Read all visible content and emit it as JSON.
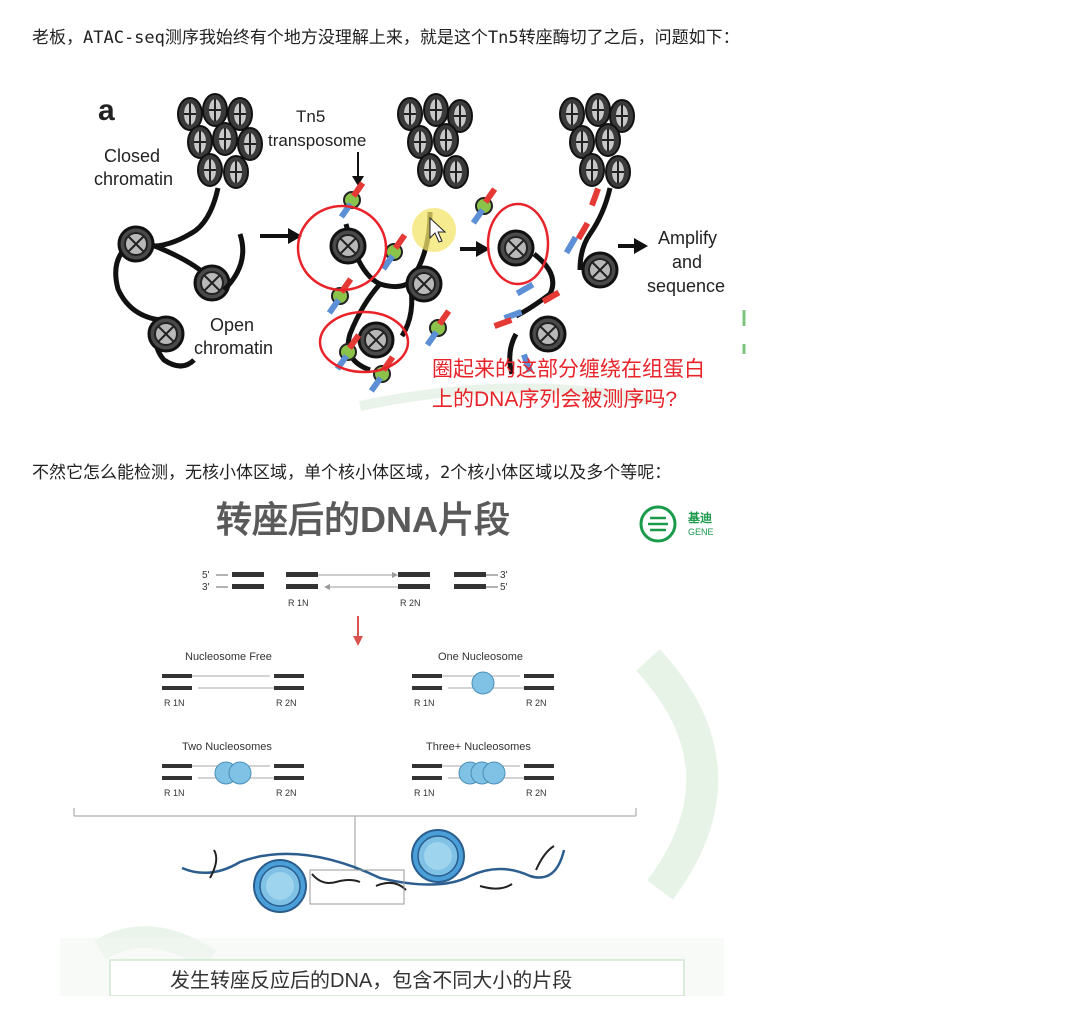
{
  "paragraphs": {
    "p1": "老板，ATAC-seq测序我始终有个地方没理解上来，就是这个Tn5转座酶切了之后，问题如下：",
    "p2": "不然它怎么能检测，无核小体区域，单个核小体区域，2个核小体区域以及多个等呢："
  },
  "figure_a": {
    "panel_letter": "a",
    "closed_label_1": "Closed",
    "closed_label_2": "chromatin",
    "open_label_1": "Open",
    "open_label_2": "chromatin",
    "tn5_label_1": "Tn5",
    "tn5_label_2": "transposome",
    "amplify_1": "Amplify",
    "amplify_2": "and",
    "amplify_3": "sequence",
    "question_1": "圈起来的这部分缠绕在组蛋白",
    "question_2": "上的DNA序列会被测序吗?",
    "annotation_color": "#e8232a"
  },
  "figure_b": {
    "title": "转座后的DNA片段",
    "logo_text_1": "基迪",
    "logo_text_2": "GENE",
    "brand_color": "#1a9a4b",
    "end_5": "5'",
    "end_3": "3'",
    "r1n": "R 1N",
    "r2n": "R 2N",
    "nucleosome_free": "Nucleosome Free",
    "one_nucleosome": "One Nucleosome",
    "two_nucleosomes": "Two Nucleosomes",
    "three_nucleosomes": "Three+ Nucleosomes",
    "caption": "发生转座反应后的DNA，包含不同大小的片段"
  }
}
